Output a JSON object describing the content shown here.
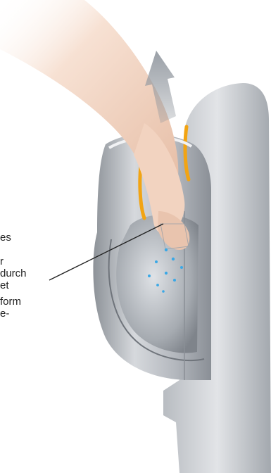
{
  "colors": {
    "body_light": "#d8dadd",
    "body_mid": "#a9adb3",
    "body_dark": "#7b8087",
    "accent_orange": "#f2a413",
    "skin_light": "#f6dccd",
    "skin_shadow": "#e3b9a1",
    "water_blue": "#3aa8e6",
    "arrow_gray": "#9aa0a7"
  },
  "icons": {
    "arrow": "up-arrow-icon",
    "droplet": "water-droplet-icon"
  },
  "captions": [
    {
      "text": "es"
    },
    {
      "text": "r"
    },
    {
      "text": "durch"
    },
    {
      "text": "et"
    },
    {
      "text": "form"
    },
    {
      "text": "e-"
    }
  ]
}
